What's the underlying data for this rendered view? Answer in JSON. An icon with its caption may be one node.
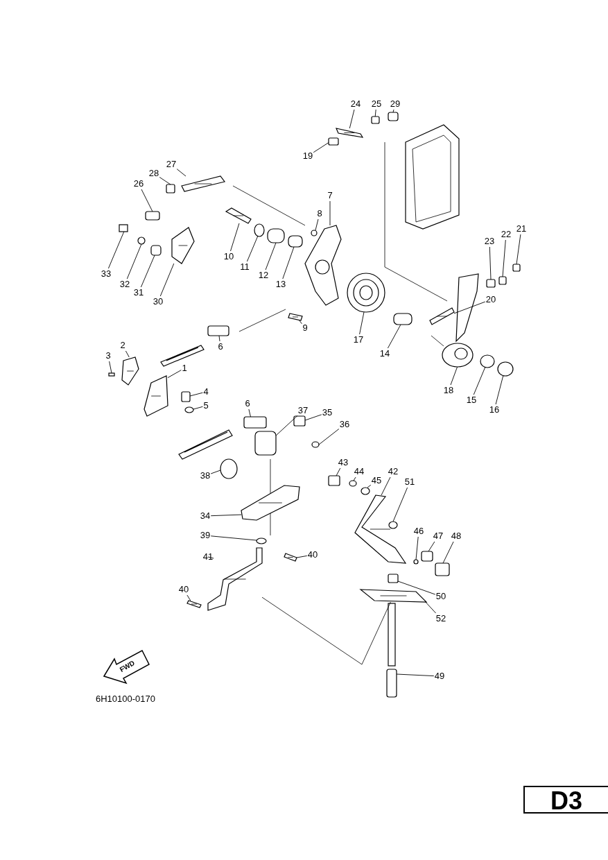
{
  "diagram": {
    "nodes": [
      {
        "text": [
          "24"
        ]
      },
      {
        "text": [
          "25"
        ]
      },
      {
        "text": [
          "29"
        ]
      },
      {
        "text": [
          "19"
        ]
      },
      {
        "text": [
          "27"
        ]
      },
      {
        "text": [
          "28"
        ]
      },
      {
        "text": [
          "26"
        ]
      },
      {
        "text": [
          "7"
        ]
      },
      {
        "text": [
          "8"
        ]
      },
      {
        "text": [
          "10"
        ]
      },
      {
        "text": [
          "11"
        ]
      },
      {
        "text": [
          "12"
        ]
      },
      {
        "text": [
          "13"
        ]
      },
      {
        "text": [
          "33"
        ]
      },
      {
        "text": [
          "32"
        ]
      },
      {
        "text": [
          "31"
        ]
      },
      {
        "text": [
          "30"
        ]
      },
      {
        "text": [
          "23"
        ]
      },
      {
        "text": [
          "22"
        ]
      },
      {
        "text": [
          "21"
        ]
      },
      {
        "text": [
          "20"
        ]
      },
      {
        "text": [
          "9"
        ]
      },
      {
        "text": [
          "17"
        ]
      },
      {
        "text": [
          "14"
        ]
      },
      {
        "text": [
          "6"
        ]
      },
      {
        "text": [
          "2"
        ]
      },
      {
        "text": [
          "3"
        ]
      },
      {
        "text": [
          "1"
        ]
      },
      {
        "text": [
          "4"
        ]
      },
      {
        "text": [
          "5"
        ]
      },
      {
        "text": [
          "18"
        ]
      },
      {
        "text": [
          "15"
        ]
      },
      {
        "text": [
          "16"
        ]
      },
      {
        "text": [
          "6"
        ]
      },
      {
        "text": [
          "37"
        ]
      },
      {
        "text": [
          "35"
        ]
      },
      {
        "text": [
          "36"
        ]
      },
      {
        "text": [
          "38"
        ]
      },
      {
        "text": [
          "43"
        ]
      },
      {
        "text": [
          "44"
        ]
      },
      {
        "text": [
          "45"
        ]
      },
      {
        "text": [
          "42"
        ]
      },
      {
        "text": [
          "51"
        ]
      },
      {
        "text": [
          "34"
        ]
      },
      {
        "text": [
          "39"
        ]
      },
      {
        "text": [
          "46"
        ]
      },
      {
        "text": [
          "47"
        ]
      },
      {
        "text": [
          "48"
        ]
      },
      {
        "text": [
          "41"
        ]
      },
      {
        "text": [
          "40"
        ]
      },
      {
        "text": [
          "40"
        ]
      },
      {
        "text": [
          "50"
        ]
      },
      {
        "text": [
          "52"
        ]
      },
      {
        "text": [
          "49"
        ]
      },
      {
        "text": [],
        "shape": "picture"
      },
      {
        "text": [],
        "shape": "box"
      },
      {
        "text": [],
        "shape": "box"
      },
      {
        "text": [],
        "shape": "box"
      },
      {
        "text": [],
        "shape": "picture"
      },
      {
        "text": [],
        "shape": "box"
      },
      {
        "text": [],
        "shape": "box"
      },
      {
        "text": [],
        "shape": "picture"
      },
      {
        "text": [],
        "shape": "circle"
      },
      {
        "text": [],
        "shape": "picture"
      },
      {
        "text": [],
        "shape": "circle"
      },
      {
        "text": [],
        "shape": "box"
      },
      {
        "text": [],
        "shape": "box"
      },
      {
        "text": [],
        "shape": "box"
      },
      {
        "text": [],
        "shape": "circle"
      },
      {
        "text": [],
        "shape": "box"
      },
      {
        "text": [],
        "shape": "picture"
      },
      {
        "text": [],
        "shape": "box"
      },
      {
        "text": [],
        "shape": "box"
      },
      {
        "text": [],
        "shape": "box"
      },
      {
        "text": [],
        "shape": "picture"
      },
      {
        "text": [],
        "shape": "picture"
      },
      {
        "text": [],
        "shape": "picture"
      },
      {
        "text": [],
        "shape": "box"
      },
      {
        "text": [],
        "shape": "box"
      },
      {
        "text": [],
        "shape": "picture"
      },
      {
        "text": [],
        "shape": "box"
      },
      {
        "text": [],
        "shape": "picture"
      },
      {
        "text": [],
        "shape": "box"
      },
      {
        "text": [],
        "shape": "circle"
      },
      {
        "text": [],
        "shape": "picture"
      },
      {
        "text": [],
        "shape": "circle"
      },
      {
        "text": [],
        "shape": "circle"
      },
      {
        "text": [],
        "shape": "box"
      },
      {
        "text": [],
        "shape": "box"
      },
      {
        "text": [],
        "shape": "box"
      },
      {
        "text": [],
        "shape": "circle"
      },
      {
        "text": [],
        "shape": "circle"
      },
      {
        "text": [],
        "shape": "box"
      },
      {
        "text": [],
        "shape": "circle"
      },
      {
        "text": [],
        "shape": "circle"
      },
      {
        "text": [],
        "shape": "picture"
      },
      {
        "text": [],
        "shape": "circle"
      },
      {
        "text": [],
        "shape": "picture"
      },
      {
        "text": [],
        "shape": "circle"
      },
      {
        "text": [],
        "shape": "circle"
      },
      {
        "text": [],
        "shape": "box"
      },
      {
        "text": [],
        "shape": "box"
      },
      {
        "text": [],
        "shape": "picture"
      },
      {
        "text": [],
        "shape": "picture"
      },
      {
        "text": [],
        "shape": "picture"
      },
      {
        "text": [],
        "shape": "box"
      },
      {
        "text": [],
        "shape": "picture"
      },
      {
        "text": [],
        "shape": "picture"
      }
    ],
    "edges": [
      {
        "from": 0,
        "to": 54,
        "arrow": "none"
      },
      {
        "from": 1,
        "to": 55,
        "arrow": "none"
      },
      {
        "from": 2,
        "to": 56,
        "arrow": "none"
      },
      {
        "from": 3,
        "to": 57,
        "arrow": "none"
      },
      {
        "from": 4,
        "to": 58,
        "arrow": "none"
      },
      {
        "from": 5,
        "to": 59,
        "arrow": "none"
      },
      {
        "from": 6,
        "to": 60,
        "arrow": "none"
      },
      {
        "from": 7,
        "to": 61,
        "arrow": "none"
      },
      {
        "from": 8,
        "to": 62,
        "arrow": "none"
      },
      {
        "from": 9,
        "to": 63,
        "arrow": "none"
      },
      {
        "from": 10,
        "to": 64,
        "arrow": "none"
      },
      {
        "from": 11,
        "to": 65,
        "arrow": "none"
      },
      {
        "from": 12,
        "to": 66,
        "arrow": "none"
      },
      {
        "from": 13,
        "to": 67,
        "arrow": "none"
      },
      {
        "from": 14,
        "to": 68,
        "arrow": "none"
      },
      {
        "from": 15,
        "to": 69,
        "arrow": "none"
      },
      {
        "from": 16,
        "to": 70,
        "arrow": "none"
      },
      {
        "from": 17,
        "to": 71,
        "arrow": "none"
      },
      {
        "from": 18,
        "to": 72,
        "arrow": "none"
      },
      {
        "from": 19,
        "to": 73,
        "arrow": "none"
      },
      {
        "from": 20,
        "to": 74,
        "arrow": "none"
      },
      {
        "from": 21,
        "to": 75,
        "arrow": "none"
      },
      {
        "from": 22,
        "to": 76,
        "arrow": "none"
      },
      {
        "from": 23,
        "to": 77,
        "arrow": "none"
      },
      {
        "from": 24,
        "to": 78,
        "arrow": "none"
      },
      {
        "from": 25,
        "to": 79,
        "arrow": "none"
      },
      {
        "from": 26,
        "to": 80,
        "arrow": "none"
      },
      {
        "from": 27,
        "to": 81,
        "arrow": "none"
      },
      {
        "from": 28,
        "to": 82,
        "arrow": "none"
      },
      {
        "from": 29,
        "to": 83,
        "arrow": "none"
      },
      {
        "from": 30,
        "to": 84,
        "arrow": "none"
      },
      {
        "from": 31,
        "to": 85,
        "arrow": "none"
      },
      {
        "from": 32,
        "to": 86,
        "arrow": "none"
      },
      {
        "from": 33,
        "to": 87,
        "arrow": "none"
      },
      {
        "from": 34,
        "to": 88,
        "arrow": "none"
      },
      {
        "from": 35,
        "to": 89,
        "arrow": "none"
      },
      {
        "from": 36,
        "to": 90,
        "arrow": "none"
      },
      {
        "from": 37,
        "to": 91,
        "arrow": "none"
      },
      {
        "from": 38,
        "to": 92,
        "arrow": "none"
      },
      {
        "from": 39,
        "to": 93,
        "arrow": "none"
      },
      {
        "from": 40,
        "to": 94,
        "arrow": "none"
      },
      {
        "from": 41,
        "to": 95,
        "arrow": "none"
      },
      {
        "from": 42,
        "to": 96,
        "arrow": "none"
      },
      {
        "from": 43,
        "to": 97,
        "arrow": "none"
      },
      {
        "from": 44,
        "to": 98,
        "arrow": "none"
      },
      {
        "from": 45,
        "to": 99,
        "arrow": "none"
      },
      {
        "from": 46,
        "to": 100,
        "arrow": "none"
      },
      {
        "from": 47,
        "to": 101,
        "arrow": "none"
      },
      {
        "from": 48,
        "to": 102,
        "arrow": "none"
      },
      {
        "from": 49,
        "to": 103,
        "arrow": "none"
      },
      {
        "from": 50,
        "to": 104,
        "arrow": "none"
      },
      {
        "from": 51,
        "to": 105,
        "arrow": "none"
      },
      {
        "from": 52,
        "to": 106,
        "arrow": "none"
      },
      {
        "from": 53,
        "to": 107,
        "arrow": "none"
      },
      {
        "from": 102,
        "to": 106,
        "arrow": "none"
      }
    ],
    "labels": [
      "FWD",
      "6H10100-0170",
      "D3"
    ]
  }
}
